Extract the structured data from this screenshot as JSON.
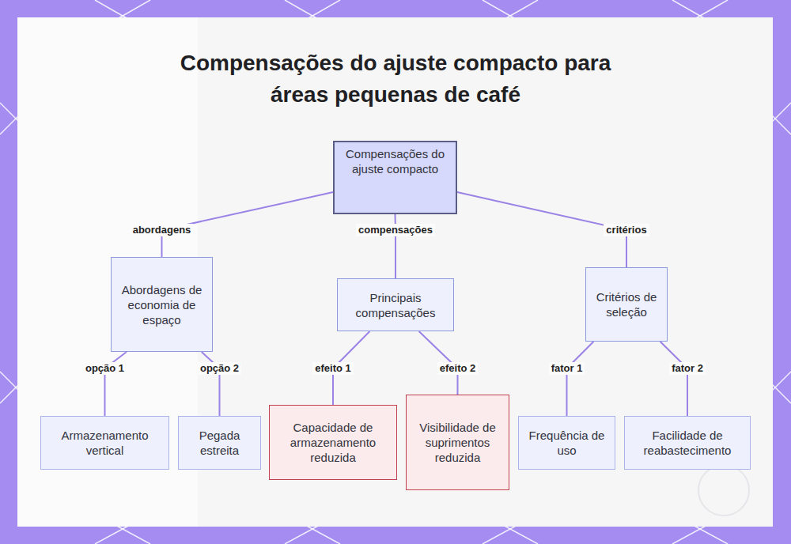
{
  "diagram": {
    "title": "Compensações do ajuste compacto para áreas pequenas de café",
    "nodes": [
      {
        "text": [
          "Compensações do ajuste compacto"
        ]
      },
      {
        "text": [
          "Abordagens de economia de espaço"
        ]
      },
      {
        "text": [
          "Principais compensações"
        ]
      },
      {
        "text": [
          "Critérios de seleção"
        ]
      },
      {
        "text": [
          "Armazenamento vertical"
        ]
      },
      {
        "text": [
          "Pegada estreita"
        ]
      },
      {
        "text": [
          "Capacidade de armazenamento reduzida"
        ]
      },
      {
        "text": [
          "Visibilidade de suprimentos reduzida"
        ]
      },
      {
        "text": [
          "Frequência de uso"
        ]
      },
      {
        "text": [
          "Facilidade de reabastecimento"
        ]
      }
    ],
    "edges": [
      {
        "from": 0,
        "to": 1,
        "label": "abordagens",
        "arrow": "none"
      },
      {
        "from": 0,
        "to": 2,
        "label": "compensações",
        "arrow": "none"
      },
      {
        "from": 0,
        "to": 3,
        "label": "critérios",
        "arrow": "none"
      },
      {
        "from": 1,
        "to": 4,
        "label": "opção 1",
        "arrow": "none"
      },
      {
        "from": 1,
        "to": 5,
        "label": "opção 2",
        "arrow": "none"
      },
      {
        "from": 2,
        "to": 6,
        "label": "efeito 1",
        "arrow": "none"
      },
      {
        "from": 2,
        "to": 7,
        "label": "efeito 2",
        "arrow": "none"
      },
      {
        "from": 3,
        "to": 8,
        "label": "fator 1",
        "arrow": "none"
      },
      {
        "from": 3,
        "to": 9,
        "label": "fator 2",
        "arrow": "none"
      }
    ]
  }
}
